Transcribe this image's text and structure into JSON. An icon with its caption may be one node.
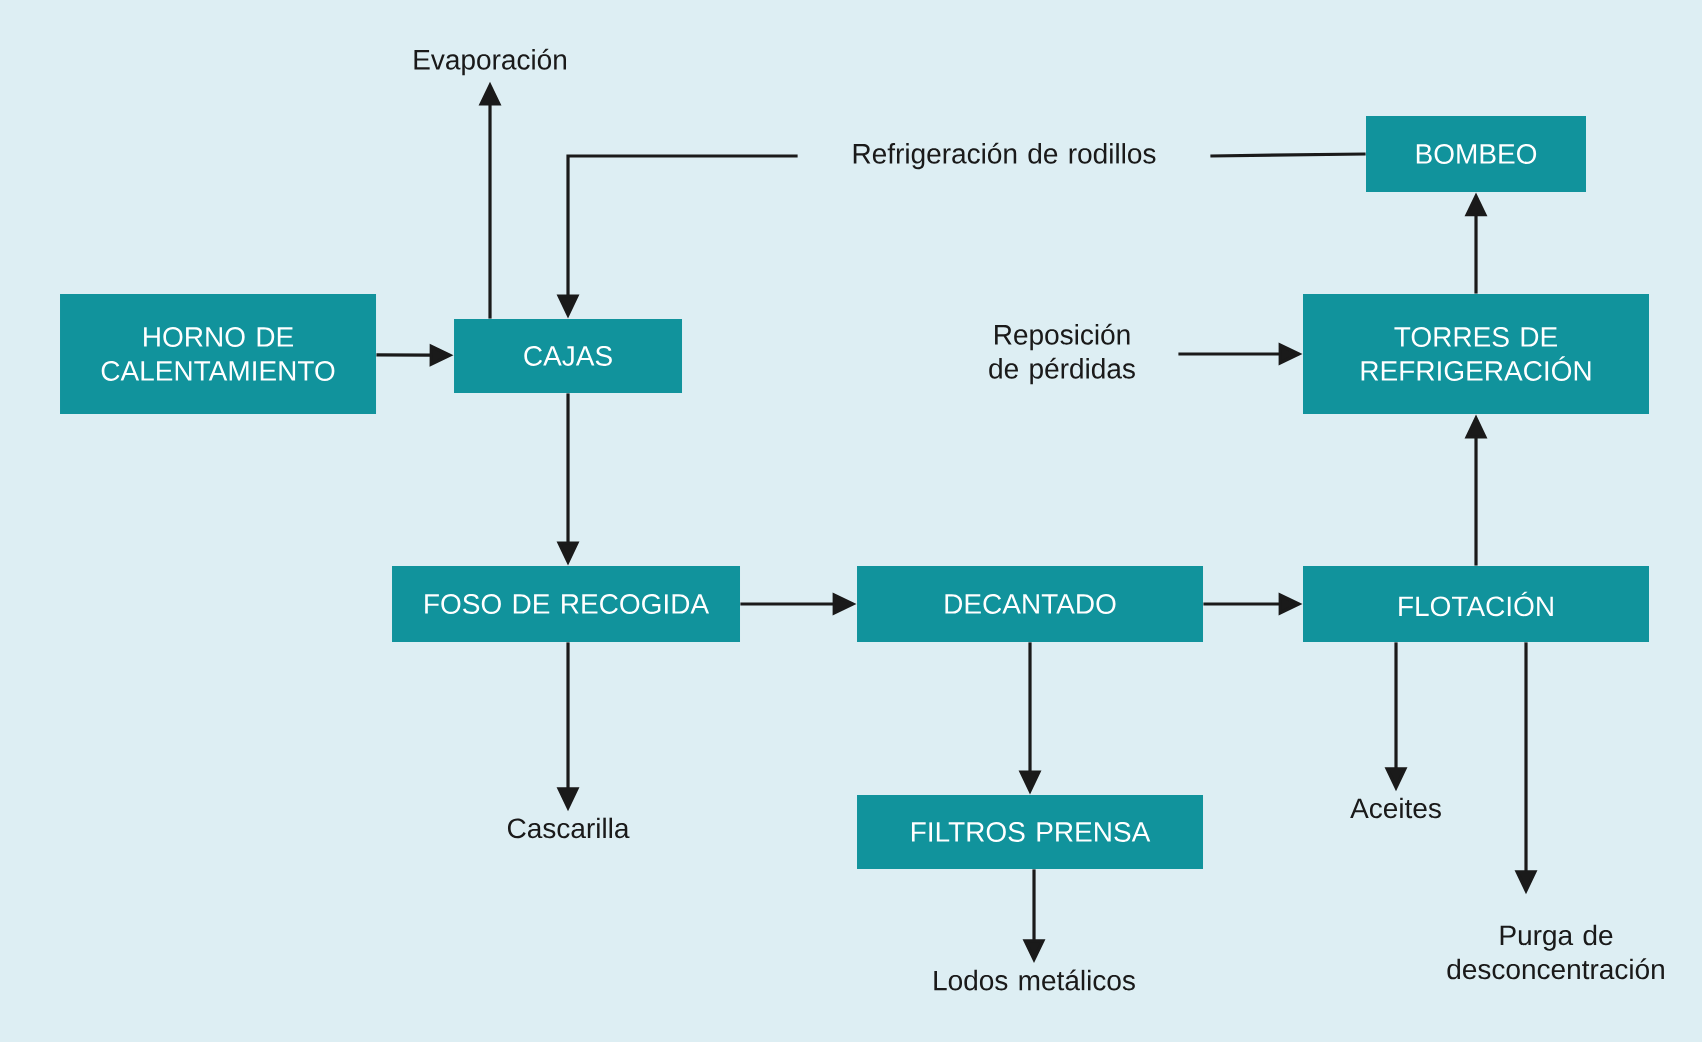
{
  "diagram": {
    "nodes": [
      {
        "text": [
          "HORNO DE CALENTAMIENTO"
        ]
      },
      {
        "text": [
          "CAJAS"
        ]
      },
      {
        "text": [
          "Evaporación"
        ]
      },
      {
        "text": [
          "Refrigeración de rodillos"
        ]
      },
      {
        "text": [
          "BOMBEO"
        ]
      },
      {
        "text": [
          "Reposición de pérdidas"
        ]
      },
      {
        "text": [
          "TORRES DE REFRIGERACIÓN"
        ]
      },
      {
        "text": [
          "FOSO DE RECOGIDA"
        ]
      },
      {
        "text": [
          "DECANTADO"
        ]
      },
      {
        "text": [
          "FLOTACIÓN"
        ]
      },
      {
        "text": [
          "Cascarilla"
        ]
      },
      {
        "text": [
          "FILTROS PRENSA"
        ]
      },
      {
        "text": [
          "Aceites"
        ]
      },
      {
        "text": [
          "Purga de desconcentración"
        ]
      },
      {
        "text": [
          "Lodos metálicos"
        ]
      }
    ],
    "edges": [
      {
        "from": 0,
        "to": 1,
        "arrow": "to"
      },
      {
        "from": 1,
        "to": 2,
        "arrow": "to"
      },
      {
        "from": 4,
        "to": 3,
        "arrow": "none"
      },
      {
        "from": 3,
        "to": 1,
        "arrow": "to"
      },
      {
        "from": 6,
        "to": 4,
        "arrow": "to"
      },
      {
        "from": 5,
        "to": 6,
        "arrow": "to"
      },
      {
        "from": 1,
        "to": 7,
        "arrow": "to"
      },
      {
        "from": 7,
        "to": 8,
        "arrow": "to"
      },
      {
        "from": 8,
        "to": 9,
        "arrow": "to"
      },
      {
        "from": 9,
        "to": 6,
        "arrow": "to"
      },
      {
        "from": 7,
        "to": 10,
        "arrow": "to"
      },
      {
        "from": 8,
        "to": 11,
        "arrow": "to"
      },
      {
        "from": 9,
        "to": 12,
        "arrow": "to"
      },
      {
        "from": 9,
        "to": 13,
        "arrow": "to"
      },
      {
        "from": 11,
        "to": 14,
        "arrow": "to"
      }
    ]
  }
}
